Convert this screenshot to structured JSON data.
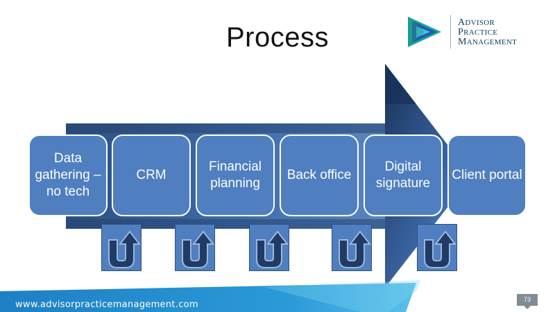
{
  "slide": {
    "title": "Process",
    "logo": {
      "icon": "triangle-arrow-logo-icon",
      "line1_cap": "A",
      "line1_rest": "DVISOR",
      "line2_cap": "P",
      "line2_rest": "RACTICE",
      "line3_cap": "M",
      "line3_rest": "ANAGEMENT"
    },
    "steps": [
      {
        "label": "Data gathering – no tech"
      },
      {
        "label": "CRM"
      },
      {
        "label": "Financial planning"
      },
      {
        "label": "Back office"
      },
      {
        "label": "Digital signature"
      },
      {
        "label": "Client portal"
      }
    ],
    "loop_icon": "u-turn-arrow-icon",
    "footer": {
      "url": "www.advisorpracticemanagement.com",
      "page": "73"
    },
    "colors": {
      "box": "#4f7fc0",
      "arrow_dark": "#1f3b66",
      "arrow_light": "#5e86bf",
      "footer_blue": "#2a8fd0",
      "logo_teal": "#1aa79c",
      "logo_blue": "#1f5fa8"
    }
  }
}
